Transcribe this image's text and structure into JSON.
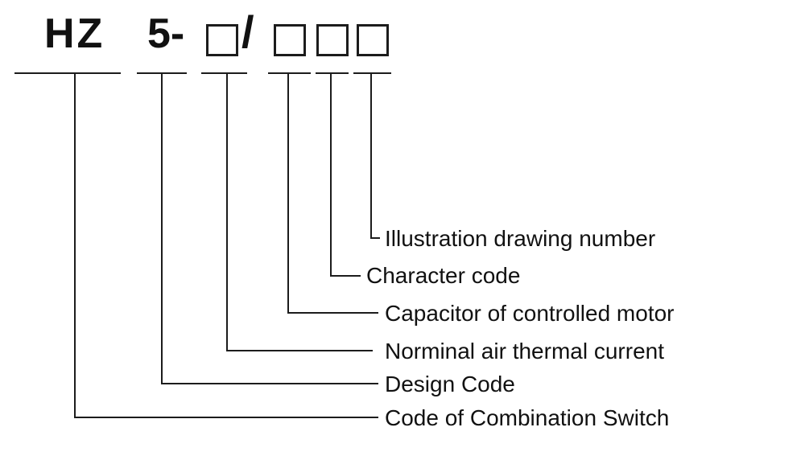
{
  "model_code": {
    "prefix": "HZ",
    "design": "5-",
    "slash": "/",
    "placeholder_box_count": 4
  },
  "annotations": [
    {
      "label": "Illustration drawing number"
    },
    {
      "label": "Character code"
    },
    {
      "label": "Capacitor of controlled motor"
    },
    {
      "label": "Norminal air thermal current"
    },
    {
      "label": "Design Code"
    },
    {
      "label": "Code of Combination Switch"
    }
  ],
  "colors": {
    "text": "#111111",
    "line": "#1c1c1c",
    "background": "#ffffff"
  }
}
